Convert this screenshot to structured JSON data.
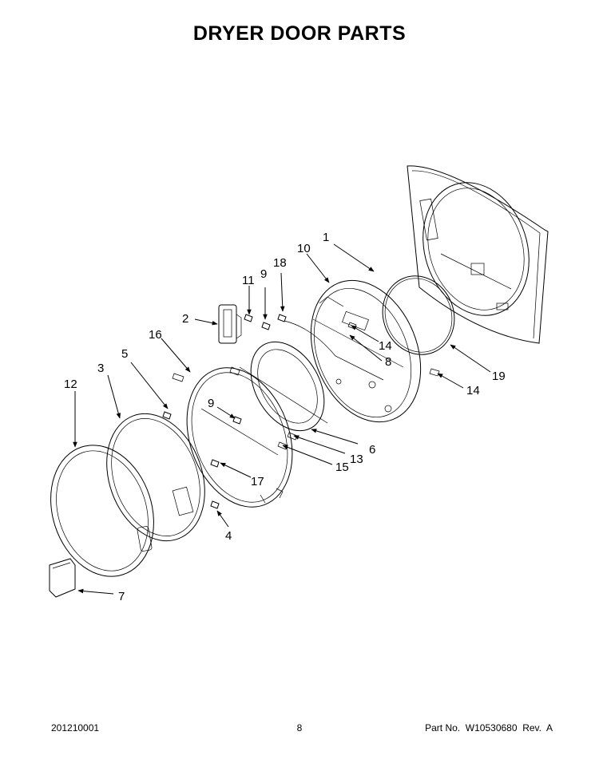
{
  "title": "DRYER DOOR PARTS",
  "footer": {
    "left": "201210001",
    "center": "8",
    "right": "Part No.  W10530680  Rev.  A"
  },
  "callouts": {
    "c1": "1",
    "c2": "2",
    "c3": "3",
    "c4": "4",
    "c5": "5",
    "c6": "6",
    "c7": "7",
    "c8": "8",
    "c9a": "9",
    "c9b": "9",
    "c10": "10",
    "c11": "11",
    "c12": "12",
    "c13": "13",
    "c14a": "14",
    "c14b": "14",
    "c15": "15",
    "c16": "16",
    "c17": "17",
    "c18": "18",
    "c19": "19"
  }
}
